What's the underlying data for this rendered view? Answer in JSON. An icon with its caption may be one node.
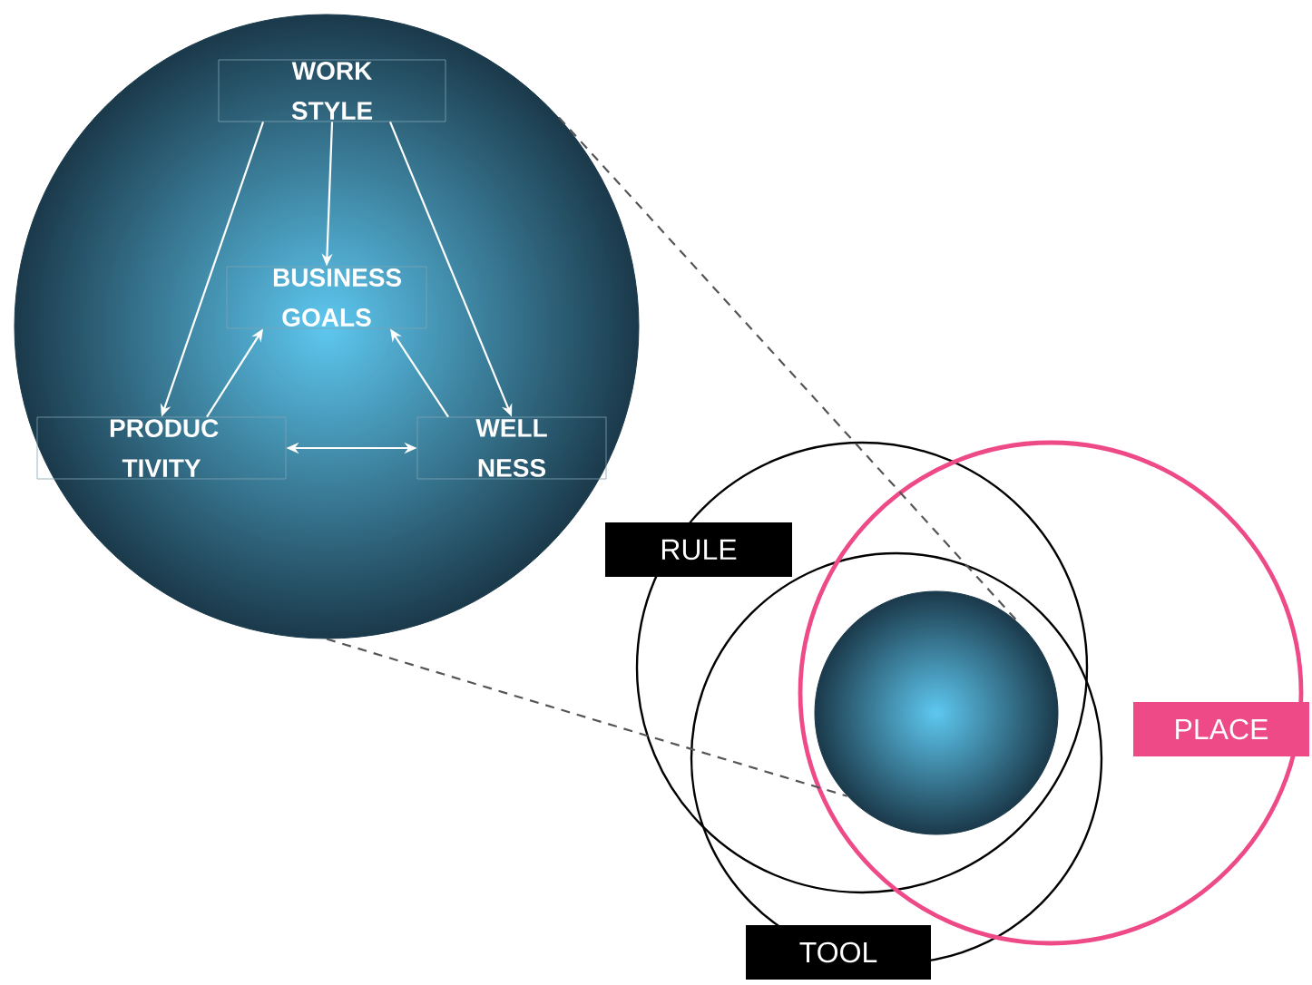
{
  "diagram": {
    "nodes": [
      {
        "text": [],
        "shape": "circle"
      },
      {
        "text": [
          "WORK STYLE"
        ],
        "in": 0
      },
      {
        "text": [
          "BUSINESS GOALS"
        ],
        "in": 0
      },
      {
        "text": [
          "PRODUC TIVITY"
        ],
        "in": 0
      },
      {
        "text": [
          "WELL NESS"
        ],
        "in": 0
      },
      {
        "text": [],
        "shape": "circle"
      },
      {
        "text": [
          "RULE"
        ]
      },
      {
        "text": [
          "TOOL"
        ]
      },
      {
        "text": [
          "PLACE"
        ]
      }
    ],
    "edges": [
      {
        "from": 1,
        "to": 3,
        "arrow": "to"
      },
      {
        "from": 1,
        "to": 2,
        "arrow": "to"
      },
      {
        "from": 1,
        "to": 4,
        "arrow": "to"
      },
      {
        "from": 3,
        "to": 2,
        "arrow": "to"
      },
      {
        "from": 4,
        "to": 2,
        "arrow": "to"
      },
      {
        "from": 3,
        "to": 4,
        "arrow": "both"
      },
      {
        "from": 0,
        "to": 5,
        "arrow": "none",
        "style": "dashed",
        "color": "#555555"
      },
      {
        "from": 0,
        "to": 5,
        "arrow": "none",
        "style": "dashed",
        "color": "#555555"
      }
    ]
  }
}
